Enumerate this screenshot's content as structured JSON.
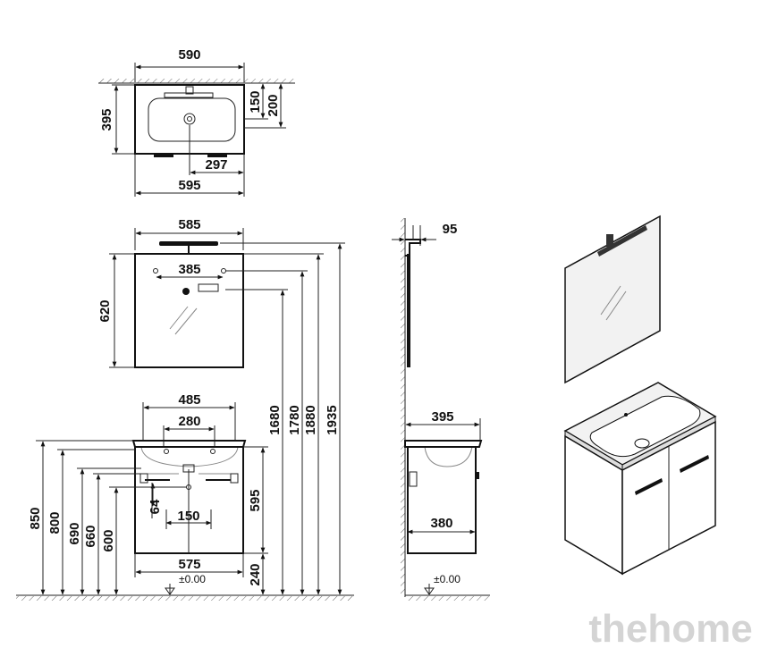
{
  "dimensions": {
    "top_width": "590",
    "top_depth": "395",
    "top_150": "150",
    "top_200": "200",
    "top_297": "297",
    "top_595": "595",
    "mirror_width": "585",
    "mirror_hole": "385",
    "mirror_height": "620",
    "h_1680": "1680",
    "h_1780": "1780",
    "h_1880": "1880",
    "h_1935": "1935",
    "basin_485": "485",
    "basin_280": "280",
    "h_850": "850",
    "h_800": "800",
    "h_690": "690",
    "h_660": "660",
    "h_600": "600",
    "dim_64": "64",
    "dim_150": "150",
    "dim_595": "595",
    "dim_575": "575",
    "dim_240": "240",
    "side_95": "95",
    "side_395": "395",
    "side_380": "380"
  },
  "level_labels": {
    "front": "±0.00",
    "side": "±0.00"
  },
  "watermark": "thehome"
}
